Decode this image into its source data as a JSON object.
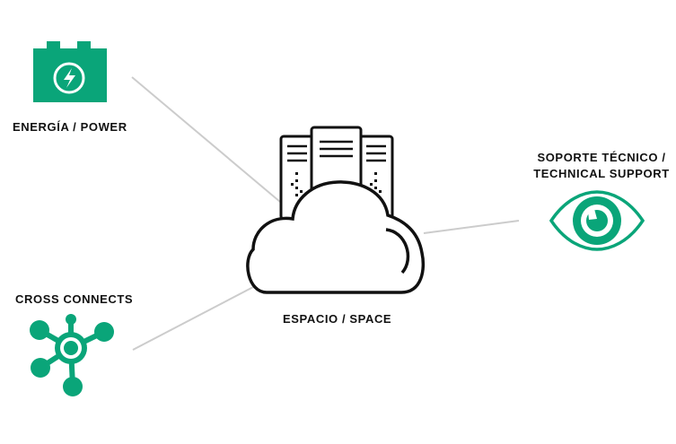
{
  "colors": {
    "accent": "#0aa579",
    "line": "#cccccc",
    "ink": "#111111"
  },
  "nodes": {
    "power": {
      "icon": "battery-bolt-icon",
      "label": "ENERGÍA / POWER"
    },
    "cross_connects": {
      "icon": "network-hub-icon",
      "label": "CROSS CONNECTS"
    },
    "space": {
      "icon": "cloud-servers-icon",
      "label": "ESPACIO / SPACE"
    },
    "support": {
      "icon": "eye-icon",
      "label_line1": "SOPORTE TÉCNICO /",
      "label_line2": "TECHNICAL SUPPORT"
    }
  }
}
